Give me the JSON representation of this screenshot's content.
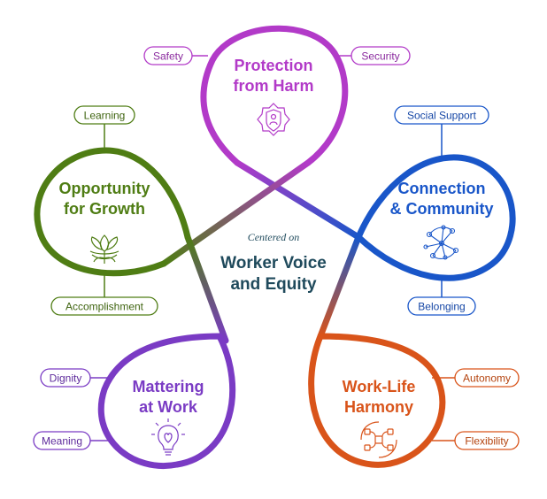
{
  "center": {
    "subtitle": "Centered on",
    "line1": "Worker Voice",
    "line2": "and Equity"
  },
  "petals": {
    "protection": {
      "line1": "Protection",
      "line2": "from Harm",
      "color": "#b23ac8",
      "icon": "shield-person-icon"
    },
    "connection": {
      "line1": "Connection",
      "line2": "& Community",
      "color": "#1956c9",
      "icon": "network-icon"
    },
    "worklife": {
      "line1": "Work-Life",
      "line2": "Harmony",
      "color": "#d9541a",
      "icon": "swirl-icon"
    },
    "mattering": {
      "line1": "Mattering",
      "line2": "at Work",
      "color": "#7a3bc4",
      "icon": "lightbulb-icon"
    },
    "growth": {
      "line1": "Opportunity",
      "line2": "for Growth",
      "color": "#4f7d14",
      "icon": "lotus-icon"
    }
  },
  "pills": {
    "safety": "Safety",
    "security": "Security",
    "social_support": "Social Support",
    "belonging": "Belonging",
    "autonomy": "Autonomy",
    "flexibility": "Flexibility",
    "dignity": "Dignity",
    "meaning": "Meaning",
    "learning": "Learning",
    "accomplishment": "Accomplishment"
  }
}
